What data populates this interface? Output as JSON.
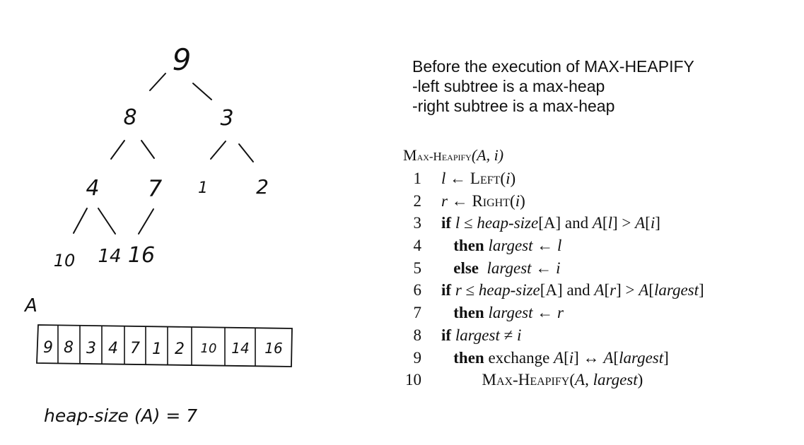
{
  "tree": {
    "level0": [
      "9"
    ],
    "level1": [
      "8",
      "3"
    ],
    "level2": [
      "4",
      "7",
      "1",
      "2"
    ],
    "level3": [
      "10",
      "14",
      "16"
    ]
  },
  "array": {
    "name": "A",
    "cells": [
      "9",
      "8",
      "3",
      "4",
      "7",
      "1",
      "2",
      "10",
      "14",
      "16"
    ],
    "heap_size_note": "heap-size (A) = 7"
  },
  "precondition": {
    "line1": "Before the execution of MAX-HEAPIFY",
    "line2": "-left subtree is a max-heap",
    "line3": "-right subtree is a max-heap"
  },
  "algorithm": {
    "title_first": "M",
    "title_rest": "ax-Heapify",
    "title_args": "(A, i)",
    "lines": [
      {
        "n": "1",
        "html": "<span class=\"it\">l</span> &larr; <span class=\"sc\">Left</span>(<span class=\"it\">i</span>)"
      },
      {
        "n": "2",
        "html": "<span class=\"it\">r</span> &larr; <span class=\"sc\">Right</span>(<span class=\"it\">i</span>)"
      },
      {
        "n": "3",
        "html": "<span class=\"kw\">if</span> <span class=\"it\">l</span> &le; <span class=\"it\">heap-size</span>[A] and <span class=\"it\">A</span>[<span class=\"it\">l</span>] &gt; <span class=\"it\">A</span>[<span class=\"it\">i</span>]"
      },
      {
        "n": "4",
        "html": "&nbsp;&nbsp;&nbsp;<span class=\"kw\">then</span> <span class=\"it\">largest</span> &larr; <span class=\"it\">l</span>"
      },
      {
        "n": "5",
        "html": "&nbsp;&nbsp;&nbsp;<span class=\"kw\">else</span> &nbsp;<span class=\"it\">largest</span> &larr; <span class=\"it\">i</span>"
      },
      {
        "n": "6",
        "html": "<span class=\"kw\">if</span> <span class=\"it\">r</span> &le; <span class=\"it\">heap-size</span>[A] and <span class=\"it\">A</span>[<span class=\"it\">r</span>] &gt; <span class=\"it\">A</span>[<span class=\"it\">largest</span>]"
      },
      {
        "n": "7",
        "html": "&nbsp;&nbsp;&nbsp;<span class=\"kw\">then</span> <span class=\"it\">largest</span> &larr; <span class=\"it\">r</span>"
      },
      {
        "n": "8",
        "html": "<span class=\"kw\">if</span> <span class=\"it\">largest</span> &ne; <span class=\"it\">i</span>"
      },
      {
        "n": "9",
        "html": "&nbsp;&nbsp;&nbsp;<span class=\"kw\">then</span> exchange <span class=\"it\">A</span>[<span class=\"it\">i</span>] &harr; <span class=\"it\">A</span>[<span class=\"it\">largest</span>]"
      },
      {
        "n": "10",
        "html": "&nbsp;&nbsp;&nbsp;&nbsp;&nbsp;&nbsp;&nbsp;&nbsp;&nbsp;&nbsp;<span class=\"sc\">Max-Heapify</span>(<span class=\"it\">A</span>, <span class=\"it\">largest</span>)"
      }
    ]
  }
}
